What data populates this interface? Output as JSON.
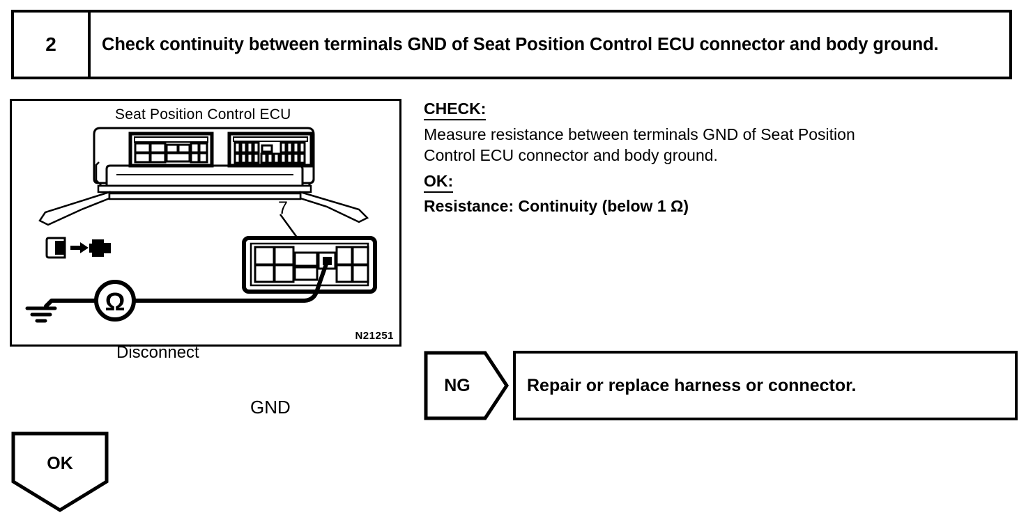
{
  "step": {
    "number": "2",
    "instruction": "Check continuity between terminals GND of Seat Position Control ECU connector and body ground."
  },
  "figure": {
    "id": "N21251",
    "ecu_title": "Seat Position Control ECU",
    "disconnect_label": "Disconnect",
    "terminal_callout": "7",
    "ground_wire_label": "GND",
    "meter_symbol": "Ω"
  },
  "check": {
    "check_label": "CHECK:",
    "check_body_line1": "Measure resistance between terminals GND of Seat Position",
    "check_body_line2": "Control ECU connector and body ground.",
    "ok_label": "OK:",
    "ok_value": "Resistance: Continuity (below 1 Ω)"
  },
  "ng_branch": {
    "tag": "NG",
    "result": "Repair or replace harness or connector."
  },
  "ok_marker": {
    "label": "OK"
  },
  "colors": {
    "ink": "#000000",
    "paper": "#ffffff"
  }
}
